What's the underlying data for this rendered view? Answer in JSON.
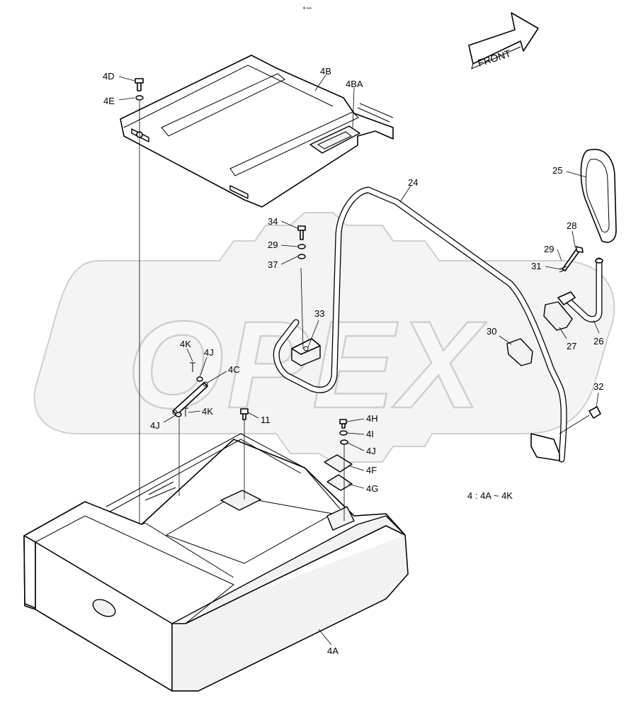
{
  "watermark": {
    "text": "OPEX"
  },
  "direction_arrow": {
    "label": "FRONT"
  },
  "header_mark": "ѿ ᴀᴀᴀ",
  "note": "4 : 4A ~ 4K",
  "callouts": {
    "c_4D": "4D",
    "c_4E": "4E",
    "c_4B": "4B",
    "c_4BA": "4BA",
    "c_24": "24",
    "c_25": "25",
    "c_34": "34",
    "c_29a": "29",
    "c_37": "37",
    "c_28": "28",
    "c_29b": "29",
    "c_31": "31",
    "c_33": "33",
    "c_30": "30",
    "c_27": "27",
    "c_26": "26",
    "c_4K_top": "4K",
    "c_4J_top": "4J",
    "c_4C": "4C",
    "c_4K_bot": "4K",
    "c_4J_left": "4J",
    "c_11": "11",
    "c_4H": "4H",
    "c_4I": "4I",
    "c_4J_right": "4J",
    "c_4F": "4F",
    "c_4G": "4G",
    "c_32": "32",
    "c_4A": "4A"
  }
}
